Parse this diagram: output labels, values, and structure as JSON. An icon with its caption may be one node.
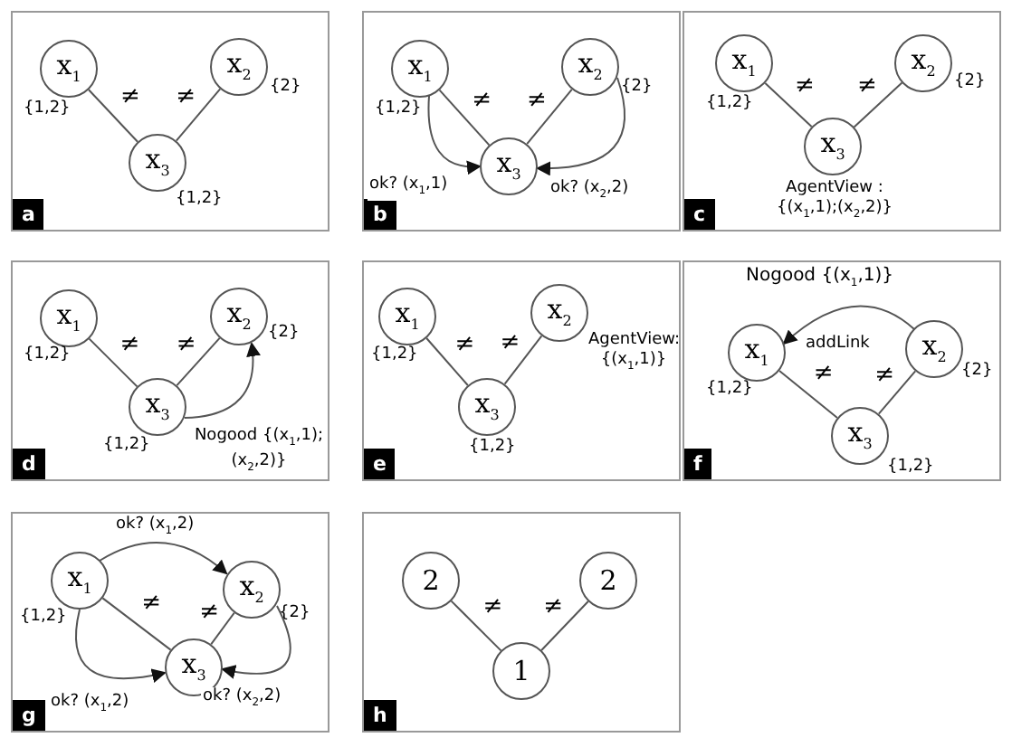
{
  "diagram": {
    "nodes": [
      {
        "text": [
          "a"
        ]
      },
      {
        "text": [
          "x$_{1}$"
        ],
        "in": 0,
        "beside": [
          "{1,2}"
        ]
      },
      {
        "text": [
          "x$_{2}$"
        ],
        "in": 0,
        "beside": [
          "{2}"
        ]
      },
      {
        "text": [
          "x$_{3}$"
        ],
        "in": 0,
        "beside": [
          "{1,2}"
        ]
      },
      {
        "text": [
          "b"
        ]
      },
      {
        "text": [
          "x$_{1}$"
        ],
        "in": 4,
        "beside": [
          "{1,2}"
        ]
      },
      {
        "text": [
          "x$_{2}$"
        ],
        "in": 4,
        "beside": [
          "{2}"
        ]
      },
      {
        "text": [
          "x$_{3}$"
        ],
        "in": 4
      },
      {
        "text": [
          "c"
        ]
      },
      {
        "text": [
          "x$_{1}$"
        ],
        "in": 8,
        "beside": [
          "{1,2}"
        ]
      },
      {
        "text": [
          "x$_{2}$"
        ],
        "in": 8,
        "beside": [
          "{2}"
        ]
      },
      {
        "text": [
          "x$_{3}$"
        ],
        "in": 8,
        "beside": [
          "AgentView : {(x$_{1}$,1);(x$_{2}$,2)}"
        ]
      },
      {
        "text": [
          "d"
        ]
      },
      {
        "text": [
          "x$_{1}$"
        ],
        "in": 12,
        "beside": [
          "{1,2}"
        ]
      },
      {
        "text": [
          "x$_{2}$"
        ],
        "in": 12,
        "beside": [
          "{2}"
        ]
      },
      {
        "text": [
          "x$_{3}$"
        ],
        "in": 12,
        "beside": [
          "{1,2}"
        ]
      },
      {
        "text": [
          "e"
        ]
      },
      {
        "text": [
          "x$_{1}$"
        ],
        "in": 16,
        "beside": [
          "{1,2}"
        ]
      },
      {
        "text": [
          "x$_{2}$"
        ],
        "in": 16,
        "beside": [
          "AgentView: {(x$_{1}$,1)}"
        ]
      },
      {
        "text": [
          "x$_{3}$"
        ],
        "in": 16,
        "beside": [
          "{1,2}"
        ]
      },
      {
        "text": [
          "f"
        ]
      },
      {
        "text": [
          "x$_{1}$"
        ],
        "in": 20,
        "beside": [
          "{1,2}"
        ]
      },
      {
        "text": [
          "x$_{2}$"
        ],
        "in": 20,
        "beside": [
          "{2}"
        ]
      },
      {
        "text": [
          "x$_{3}$"
        ],
        "in": 20,
        "beside": [
          "{1,2}"
        ]
      },
      {
        "text": [
          "g"
        ]
      },
      {
        "text": [
          "x$_{1}$"
        ],
        "in": 24,
        "beside": [
          "{1,2}"
        ]
      },
      {
        "text": [
          "x$_{2}$"
        ],
        "in": 24,
        "beside": [
          "{2}"
        ]
      },
      {
        "text": [
          "x$_{3}$"
        ],
        "in": 24
      },
      {
        "text": [
          "h"
        ]
      },
      {
        "text": [
          "2"
        ],
        "in": 28
      },
      {
        "text": [
          "2"
        ],
        "in": 28
      },
      {
        "text": [
          "1"
        ],
        "in": 28
      }
    ],
    "edges": [
      {
        "from": 1,
        "to": 3,
        "arrow": "none",
        "label": "≠"
      },
      {
        "from": 2,
        "to": 3,
        "arrow": "none",
        "label": "≠"
      },
      {
        "from": 5,
        "to": 7,
        "arrow": "none",
        "label": "≠"
      },
      {
        "from": 6,
        "to": 7,
        "arrow": "none",
        "label": "≠"
      },
      {
        "from": 5,
        "to": 7,
        "arrow": "to",
        "label": "ok? (x$_{1}$,1)"
      },
      {
        "from": 6,
        "to": 7,
        "arrow": "to",
        "label": "ok? (x$_{2}$,2)"
      },
      {
        "from": 9,
        "to": 11,
        "arrow": "none",
        "label": "≠"
      },
      {
        "from": 10,
        "to": 11,
        "arrow": "none",
        "label": "≠"
      },
      {
        "from": 13,
        "to": 15,
        "arrow": "none",
        "label": "≠"
      },
      {
        "from": 14,
        "to": 15,
        "arrow": "none",
        "label": "≠"
      },
      {
        "from": 15,
        "to": 14,
        "arrow": "to",
        "label": "Nogood {(x$_{1}$,1);(x$_{2}$,2)}"
      },
      {
        "from": 17,
        "to": 19,
        "arrow": "none",
        "label": "≠"
      },
      {
        "from": 18,
        "to": 19,
        "arrow": "none",
        "label": "≠"
      },
      {
        "from": 21,
        "to": 23,
        "arrow": "none",
        "label": "≠"
      },
      {
        "from": 22,
        "to": 23,
        "arrow": "none",
        "label": "≠"
      },
      {
        "from": 22,
        "to": 21,
        "arrow": "to",
        "label": "addLink"
      },
      {
        "from": 25,
        "to": 27,
        "arrow": "none",
        "label": "≠"
      },
      {
        "from": 26,
        "to": 27,
        "arrow": "none",
        "label": "≠"
      },
      {
        "from": 25,
        "to": 26,
        "arrow": "to",
        "label": "ok? (x$_{1}$,2)"
      },
      {
        "from": 25,
        "to": 27,
        "arrow": "to",
        "label": "ok? (x$_{1}$,2)"
      },
      {
        "from": 26,
        "to": 27,
        "arrow": "to",
        "label": "ok? (x$_{2}$,2)"
      },
      {
        "from": 29,
        "to": 31,
        "arrow": "none",
        "label": "≠"
      },
      {
        "from": 30,
        "to": 31,
        "arrow": "none",
        "label": "≠"
      }
    ],
    "labels": [
      "Nogood {(x$_{1}$,1)}"
    ]
  }
}
